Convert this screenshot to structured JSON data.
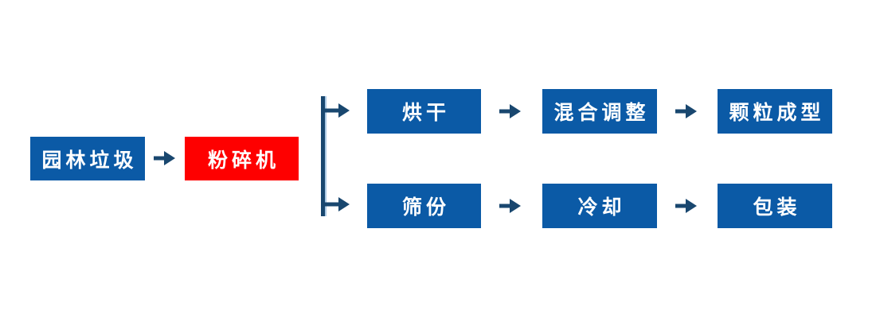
{
  "diagram": {
    "nodes": {
      "source": "园林垃圾",
      "crusher": "粉碎机",
      "top_branch": [
        "烘干",
        "混合调整",
        "颗粒成型"
      ],
      "bottom_branch": [
        "筛份",
        "冷却",
        "包装"
      ]
    },
    "icons": {
      "flow_arrow": "right-arrow",
      "branch_arrow": "right-arrow"
    },
    "colors": {
      "process_blue": "#0b5aa6",
      "highlight_red": "#fe0000",
      "connector_navy": "#19476f",
      "connector_edge_light": "#aac8e4",
      "text_white": "#ffffff"
    }
  }
}
